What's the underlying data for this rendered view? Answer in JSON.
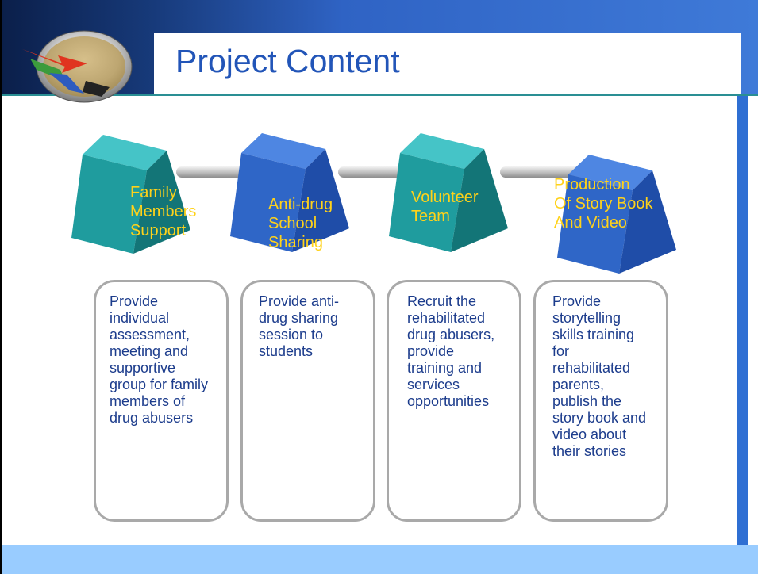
{
  "slide": {
    "title": "Project Content"
  },
  "steps": [
    {
      "label_lines": [
        "Family",
        "Members",
        "Support"
      ],
      "description_lines": [
        "Provide",
        "individual",
        "assessment,",
        "meeting and",
        "supportive",
        "group for family",
        "members of",
        "drug abusers"
      ]
    },
    {
      "label_lines": [
        "Anti-drug",
        "School",
        "Sharing"
      ],
      "description_lines": [
        "Provide anti-",
        "drug sharing",
        "session to",
        "students"
      ]
    },
    {
      "label_lines": [
        "Volunteer",
        "Team"
      ],
      "description_lines": [
        "Recruit the",
        "rehabilitated",
        "drug abusers,",
        "provide",
        "training and",
        "services",
        "opportunities"
      ]
    },
    {
      "label_lines": [
        "Production",
        "Of Story Book",
        "And Video"
      ],
      "description_lines": [
        "Provide",
        "storytelling",
        "skills training",
        "for",
        "rehabilitated",
        "parents,",
        "publish the",
        "story book and",
        "video about",
        "their stories"
      ]
    }
  ],
  "colors": {
    "cube_teal": "#1f9c9e",
    "cube_blue": "#2f66c7",
    "label": "#ffd21a",
    "description": "#1c3c8c"
  },
  "icons": [
    "beat-drugs-fund-logo"
  ]
}
